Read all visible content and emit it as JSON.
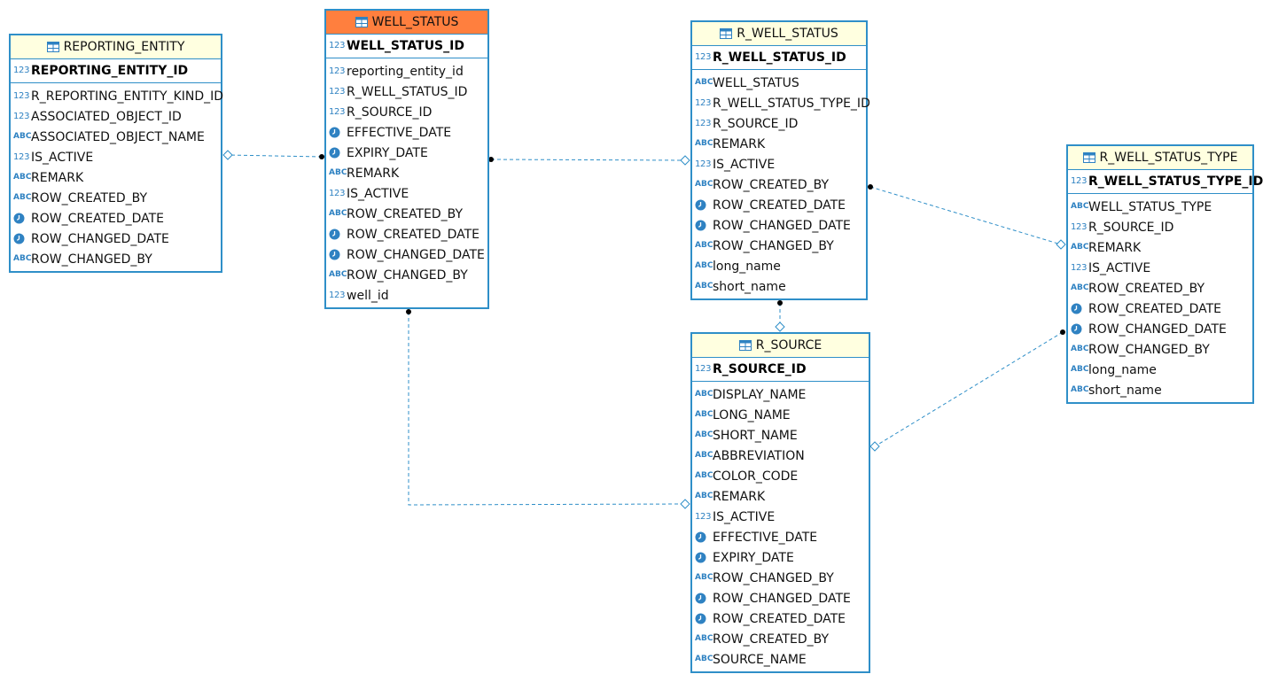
{
  "colors": {
    "border": "#2f8fc8",
    "header": "#ffffe0",
    "active_header": "#ff7f3e",
    "icon": "#2f82c2",
    "link": "#2f8fc8"
  },
  "icon_names": {
    "num": "numeric-type-icon",
    "txt": "text-type-icon",
    "clk": "date-clock-icon",
    "table": "table-icon"
  },
  "entities": {
    "reporting_entity": {
      "name": "REPORTING_ENTITY",
      "pk": {
        "type": "num",
        "name": "REPORTING_ENTITY_ID"
      },
      "columns": [
        {
          "type": "num",
          "name": "R_REPORTING_ENTITY_KIND_ID"
        },
        {
          "type": "num",
          "name": "ASSOCIATED_OBJECT_ID"
        },
        {
          "type": "txt",
          "name": "ASSOCIATED_OBJECT_NAME"
        },
        {
          "type": "num",
          "name": "IS_ACTIVE"
        },
        {
          "type": "txt",
          "name": "REMARK"
        },
        {
          "type": "txt",
          "name": "ROW_CREATED_BY"
        },
        {
          "type": "clk",
          "name": "ROW_CREATED_DATE"
        },
        {
          "type": "clk",
          "name": "ROW_CHANGED_DATE"
        },
        {
          "type": "txt",
          "name": "ROW_CHANGED_BY"
        }
      ]
    },
    "well_status": {
      "name": "WELL_STATUS",
      "pk": {
        "type": "num",
        "name": "WELL_STATUS_ID"
      },
      "columns": [
        {
          "type": "num",
          "name": "reporting_entity_id"
        },
        {
          "type": "num",
          "name": "R_WELL_STATUS_ID"
        },
        {
          "type": "num",
          "name": "R_SOURCE_ID"
        },
        {
          "type": "clk",
          "name": "EFFECTIVE_DATE"
        },
        {
          "type": "clk",
          "name": "EXPIRY_DATE"
        },
        {
          "type": "txt",
          "name": "REMARK"
        },
        {
          "type": "num",
          "name": "IS_ACTIVE"
        },
        {
          "type": "txt",
          "name": "ROW_CREATED_BY"
        },
        {
          "type": "clk",
          "name": "ROW_CREATED_DATE"
        },
        {
          "type": "clk",
          "name": "ROW_CHANGED_DATE"
        },
        {
          "type": "txt",
          "name": "ROW_CHANGED_BY"
        },
        {
          "type": "num",
          "name": "well_id"
        }
      ]
    },
    "r_well_status": {
      "name": "R_WELL_STATUS",
      "pk": {
        "type": "num",
        "name": "R_WELL_STATUS_ID"
      },
      "columns": [
        {
          "type": "txt",
          "name": "WELL_STATUS"
        },
        {
          "type": "num",
          "name": "R_WELL_STATUS_TYPE_ID"
        },
        {
          "type": "num",
          "name": "R_SOURCE_ID"
        },
        {
          "type": "txt",
          "name": "REMARK"
        },
        {
          "type": "num",
          "name": "IS_ACTIVE"
        },
        {
          "type": "txt",
          "name": "ROW_CREATED_BY"
        },
        {
          "type": "clk",
          "name": "ROW_CREATED_DATE"
        },
        {
          "type": "clk",
          "name": "ROW_CHANGED_DATE"
        },
        {
          "type": "txt",
          "name": "ROW_CHANGED_BY"
        },
        {
          "type": "txt",
          "name": "long_name"
        },
        {
          "type": "txt",
          "name": "short_name"
        }
      ]
    },
    "r_well_status_type": {
      "name": "R_WELL_STATUS_TYPE",
      "pk": {
        "type": "num",
        "name": "R_WELL_STATUS_TYPE_ID"
      },
      "columns": [
        {
          "type": "txt",
          "name": "WELL_STATUS_TYPE"
        },
        {
          "type": "num",
          "name": "R_SOURCE_ID"
        },
        {
          "type": "txt",
          "name": "REMARK"
        },
        {
          "type": "num",
          "name": "IS_ACTIVE"
        },
        {
          "type": "txt",
          "name": "ROW_CREATED_BY"
        },
        {
          "type": "clk",
          "name": "ROW_CREATED_DATE"
        },
        {
          "type": "clk",
          "name": "ROW_CHANGED_DATE"
        },
        {
          "type": "txt",
          "name": "ROW_CHANGED_BY"
        },
        {
          "type": "txt",
          "name": "long_name"
        },
        {
          "type": "txt",
          "name": "short_name"
        }
      ]
    },
    "r_source": {
      "name": "R_SOURCE",
      "pk": {
        "type": "num",
        "name": "R_SOURCE_ID"
      },
      "columns": [
        {
          "type": "txt",
          "name": "DISPLAY_NAME"
        },
        {
          "type": "txt",
          "name": "LONG_NAME"
        },
        {
          "type": "txt",
          "name": "SHORT_NAME"
        },
        {
          "type": "txt",
          "name": "ABBREVIATION"
        },
        {
          "type": "txt",
          "name": "COLOR_CODE"
        },
        {
          "type": "txt",
          "name": "REMARK"
        },
        {
          "type": "num",
          "name": "IS_ACTIVE"
        },
        {
          "type": "clk",
          "name": "EFFECTIVE_DATE"
        },
        {
          "type": "clk",
          "name": "EXPIRY_DATE"
        },
        {
          "type": "txt",
          "name": "ROW_CHANGED_BY"
        },
        {
          "type": "clk",
          "name": "ROW_CHANGED_DATE"
        },
        {
          "type": "clk",
          "name": "ROW_CREATED_DATE"
        },
        {
          "type": "txt",
          "name": "ROW_CREATED_BY"
        },
        {
          "type": "txt",
          "name": "SOURCE_NAME"
        }
      ]
    }
  },
  "relationships": [
    {
      "from": "well_status",
      "to": "reporting_entity"
    },
    {
      "from": "well_status",
      "to": "r_well_status"
    },
    {
      "from": "r_well_status",
      "to": "r_well_status_type"
    },
    {
      "from": "r_well_status",
      "to": "r_source"
    },
    {
      "from": "well_status",
      "to": "r_source"
    },
    {
      "from": "r_well_status_type",
      "to": "r_source"
    }
  ]
}
